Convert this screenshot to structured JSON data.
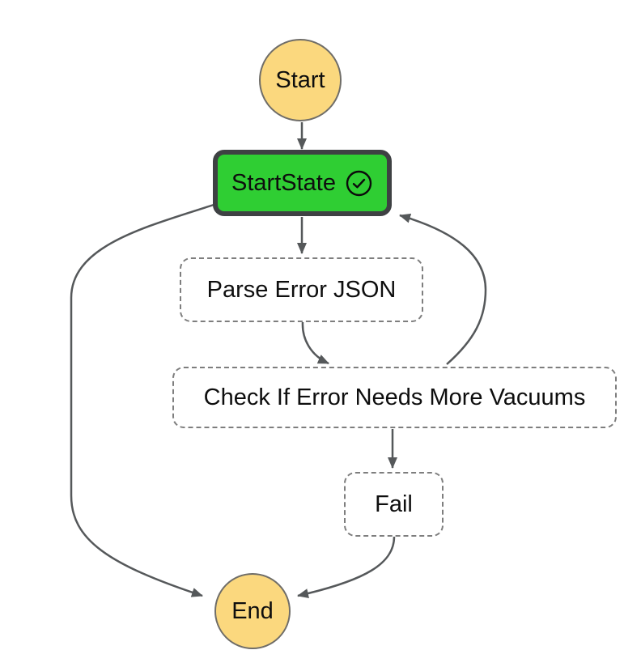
{
  "diagram": {
    "kind": "workflow-graph",
    "nodes": {
      "start": {
        "label": "Start"
      },
      "startstate": {
        "label": "StartState",
        "icon": "check-circle-icon",
        "status": "selected"
      },
      "parse": {
        "label": "Parse Error JSON"
      },
      "check": {
        "label": "Check If Error Needs More Vacuums"
      },
      "fail": {
        "label": "Fail"
      },
      "end": {
        "label": "End"
      }
    },
    "edges": [
      {
        "from": "Start",
        "to": "StartState"
      },
      {
        "from": "StartState",
        "to": "Parse Error JSON"
      },
      {
        "from": "Parse Error JSON",
        "to": "Check If Error Needs More Vacuums"
      },
      {
        "from": "Check If Error Needs More Vacuums",
        "to": "Fail"
      },
      {
        "from": "Check If Error Needs More Vacuums",
        "to": "StartState"
      },
      {
        "from": "StartState",
        "to": "End"
      },
      {
        "from": "Fail",
        "to": "End"
      }
    ],
    "colors": {
      "terminal_fill": "#FBD87E",
      "terminal_border": "#6F6D68",
      "selected_fill": "#2FCE33",
      "selected_border": "#3E4143",
      "edge": "#55585A",
      "dashed_border": "#7E7E7E",
      "label_text": "#0E0E0E"
    }
  }
}
